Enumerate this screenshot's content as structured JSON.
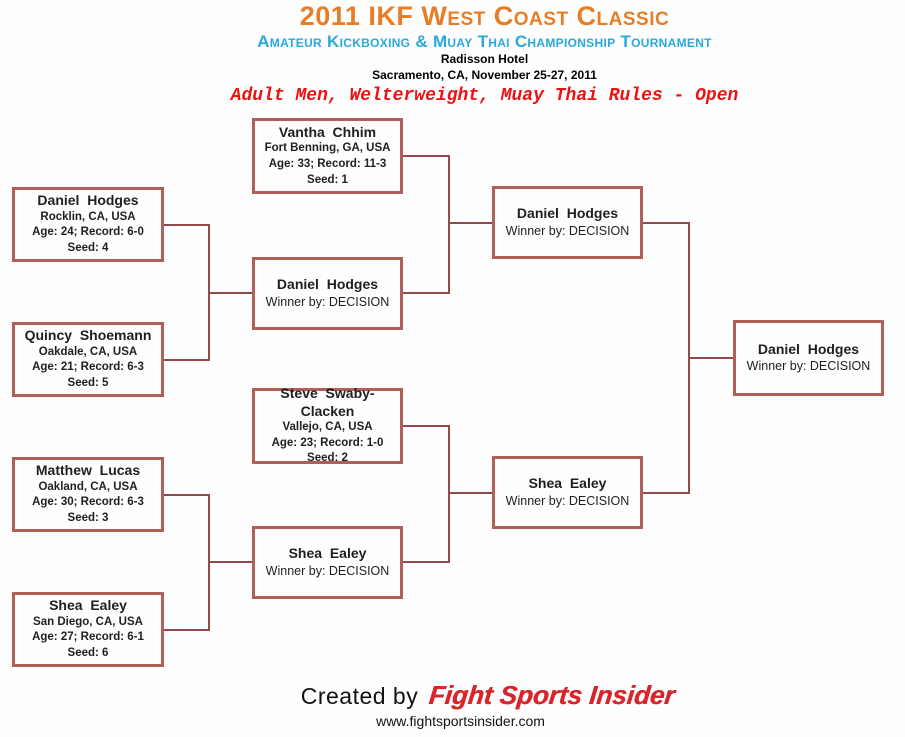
{
  "header": {
    "title": "2011 IKF West Coast Classic",
    "subtitle": "Amateur Kickboxing & Muay Thai Championship Tournament",
    "venue": "Radisson Hotel",
    "location_date": "Sacramento, CA, November 25-27, 2011",
    "division": "Adult Men, Welterweight, Muay Thai Rules - Open"
  },
  "bracket": {
    "fighters": [
      {
        "name": "Vantha  Chhim",
        "location": "Fort Benning, GA, USA",
        "record": "Age: 33; Record: 11-3",
        "seed": "Seed: 1"
      },
      {
        "name": "Daniel  Hodges",
        "location": "Rocklin, CA, USA",
        "record": "Age: 24; Record: 6-0",
        "seed": "Seed: 4"
      },
      {
        "name": "Quincy  Shoemann",
        "location": "Oakdale, CA, USA",
        "record": "Age: 21; Record: 6-3",
        "seed": "Seed: 5"
      },
      {
        "name": "Steve  Swaby-Clacken",
        "location": "Vallejo, CA, USA",
        "record": "Age: 23; Record: 1-0",
        "seed": "Seed: 2"
      },
      {
        "name": "Matthew  Lucas",
        "location": "Oakland, CA, USA",
        "record": "Age: 30; Record: 6-3",
        "seed": "Seed: 3"
      },
      {
        "name": "Shea  Ealey",
        "location": "San Diego, CA, USA",
        "record": "Age: 27; Record: 6-1",
        "seed": "Seed: 6"
      }
    ],
    "winners": [
      {
        "name": "Daniel  Hodges",
        "result": "Winner by: DECISION"
      },
      {
        "name": "Daniel  Hodges",
        "result": "Winner by: DECISION"
      },
      {
        "name": "Shea  Ealey",
        "result": "Winner by: DECISION"
      },
      {
        "name": "Shea  Ealey",
        "result": "Winner by: DECISION"
      },
      {
        "name": "Daniel  Hodges",
        "result": "Winner by: DECISION"
      }
    ]
  },
  "footer": {
    "created_by": "Created by",
    "logo": "Fight Sports Insider",
    "url": "www.fightsportsinsider.com"
  },
  "colors": {
    "title_orange": "#e87d26",
    "subtitle_blue": "#29a8dc",
    "division_red": "#ee1111",
    "box_border": "#b06058",
    "line": "#8f4a49",
    "logo_red": "#d8252b"
  }
}
